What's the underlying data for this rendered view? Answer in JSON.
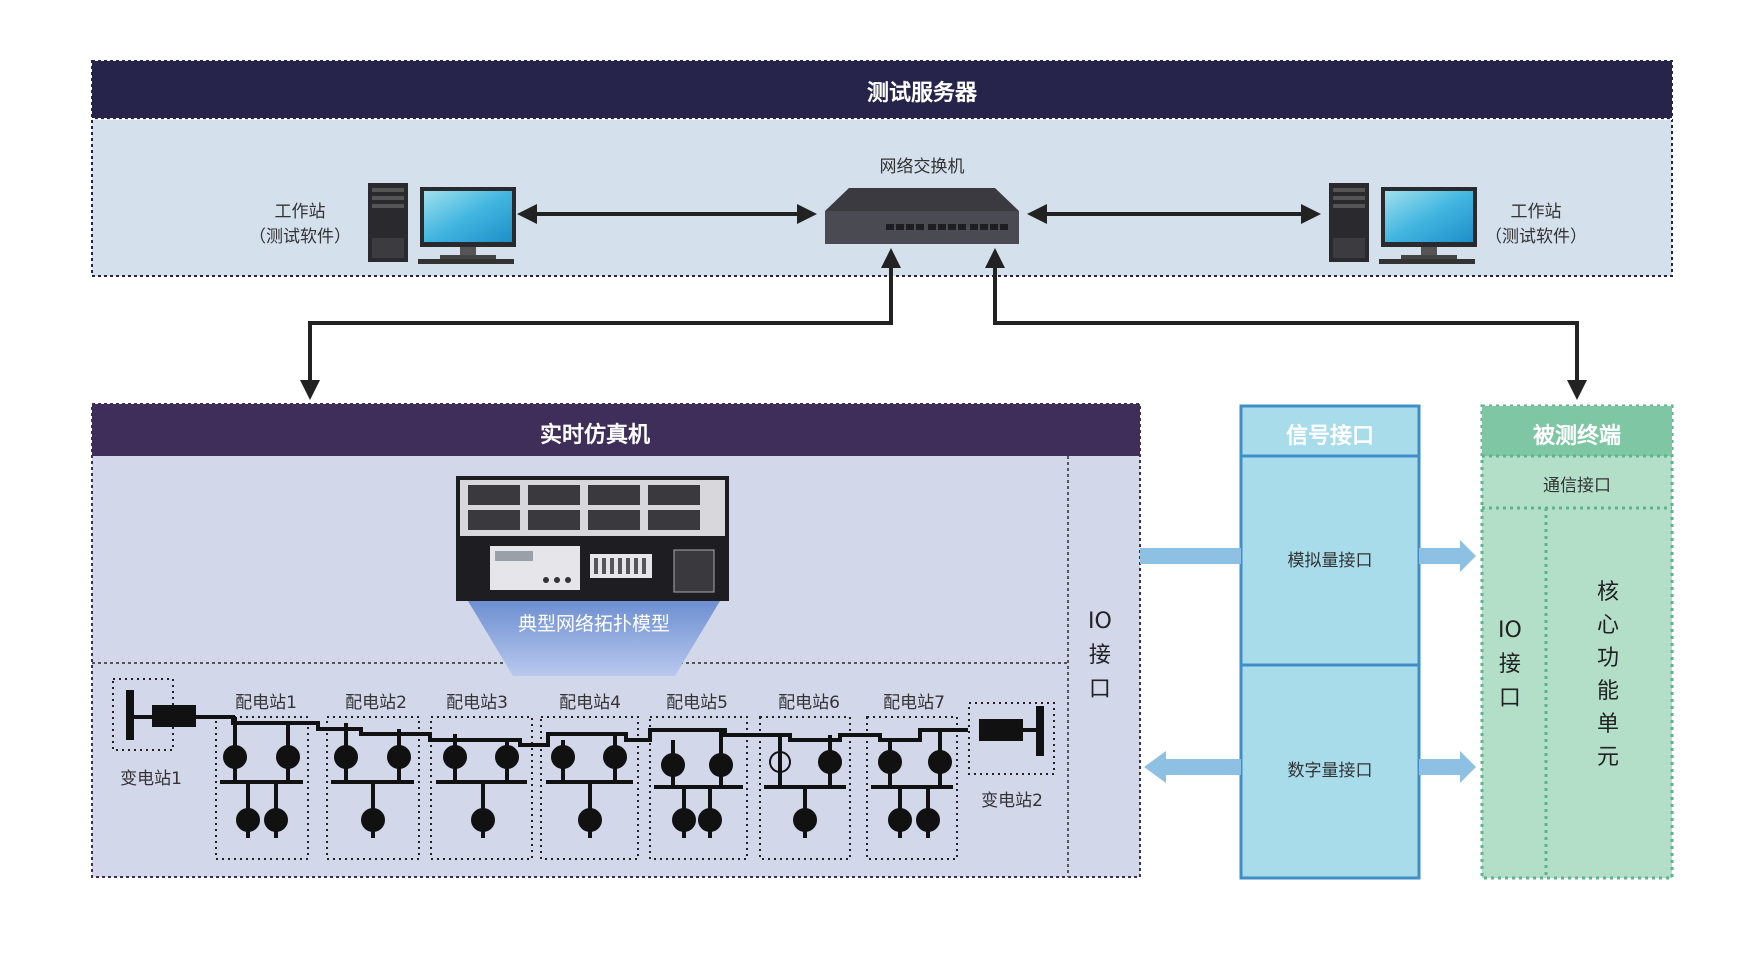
{
  "server": {
    "title": "测试服务器",
    "switch_label": "网络交换机",
    "workstation_left": {
      "line1": "工作站",
      "line2": "（测试软件）"
    },
    "workstation_right": {
      "line1": "工作站",
      "line2": "（测试软件）"
    }
  },
  "simulator": {
    "title": "实时仿真机",
    "model_label": "典型网络拓扑模型",
    "io_label": [
      "IO",
      "接",
      "口"
    ],
    "stations": [
      "配电站1",
      "配电站2",
      "配电站3",
      "配电站4",
      "配电站5",
      "配电站6",
      "配电站7"
    ],
    "substation_left": "变电站1",
    "substation_right": "变电站2"
  },
  "signal_interface": {
    "title": "信号接口",
    "analog": "模拟量接口",
    "digital": "数字量接口"
  },
  "dut": {
    "title": "被测终端",
    "comm": "通信接口",
    "io_label": [
      "IO",
      "接",
      "口"
    ],
    "core_label": [
      "核",
      "心",
      "功",
      "能",
      "单",
      "元"
    ]
  },
  "colors": {
    "server_header": "#26244a",
    "server_body": "#d4e0ec",
    "sim_header": "#3f2e5a",
    "sim_body": "#d3d7ea",
    "signal_fill": "#a9dceb",
    "signal_border": "#3f8ec8",
    "dut_header": "#7fc7a4",
    "dut_body": "#b3dfc9",
    "model_funnel": "#6d8fd1",
    "arrow_blue": "#8ec0e4"
  }
}
